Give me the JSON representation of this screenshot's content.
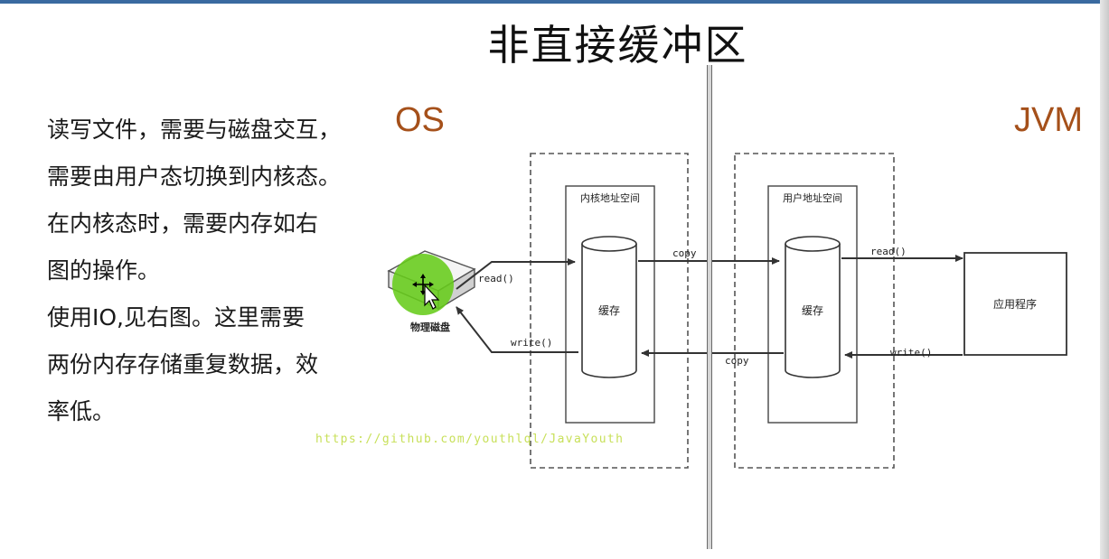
{
  "slide": {
    "title": "非直接缓冲区",
    "description_lines": [
      "读写文件，需要与磁盘交互，",
      "需要由用户态切换到内核态。",
      "在内核态时，需要内存如右",
      "图的操作。",
      "使用IO,见右图。这里需要",
      "两份内存存储重复数据，效",
      "率低。"
    ],
    "os_label": "OS",
    "jvm_label": "JVM",
    "watermark": "https://github.com/youthlql/JavaYouth"
  },
  "diagram": {
    "disk_label": "物理磁盘",
    "kernel_space_label": "内核地址空间",
    "user_space_label": "用户地址空间",
    "kernel_buffer_label": "缓存",
    "user_buffer_label": "缓存",
    "app_label": "应用程序",
    "arrows": {
      "disk_read": "read()",
      "disk_write": "write()",
      "copy_to_user": "copy",
      "copy_to_kernel": "copy",
      "app_read": "read()",
      "app_write": "write()"
    }
  },
  "colors": {
    "top_bar": "#3a6aa0",
    "os_jvm_label": "#a5501a",
    "cursor_highlight": "#66cc1a",
    "watermark": "#c8e05a"
  },
  "icons": {
    "cursor": "move-cursor-icon"
  }
}
